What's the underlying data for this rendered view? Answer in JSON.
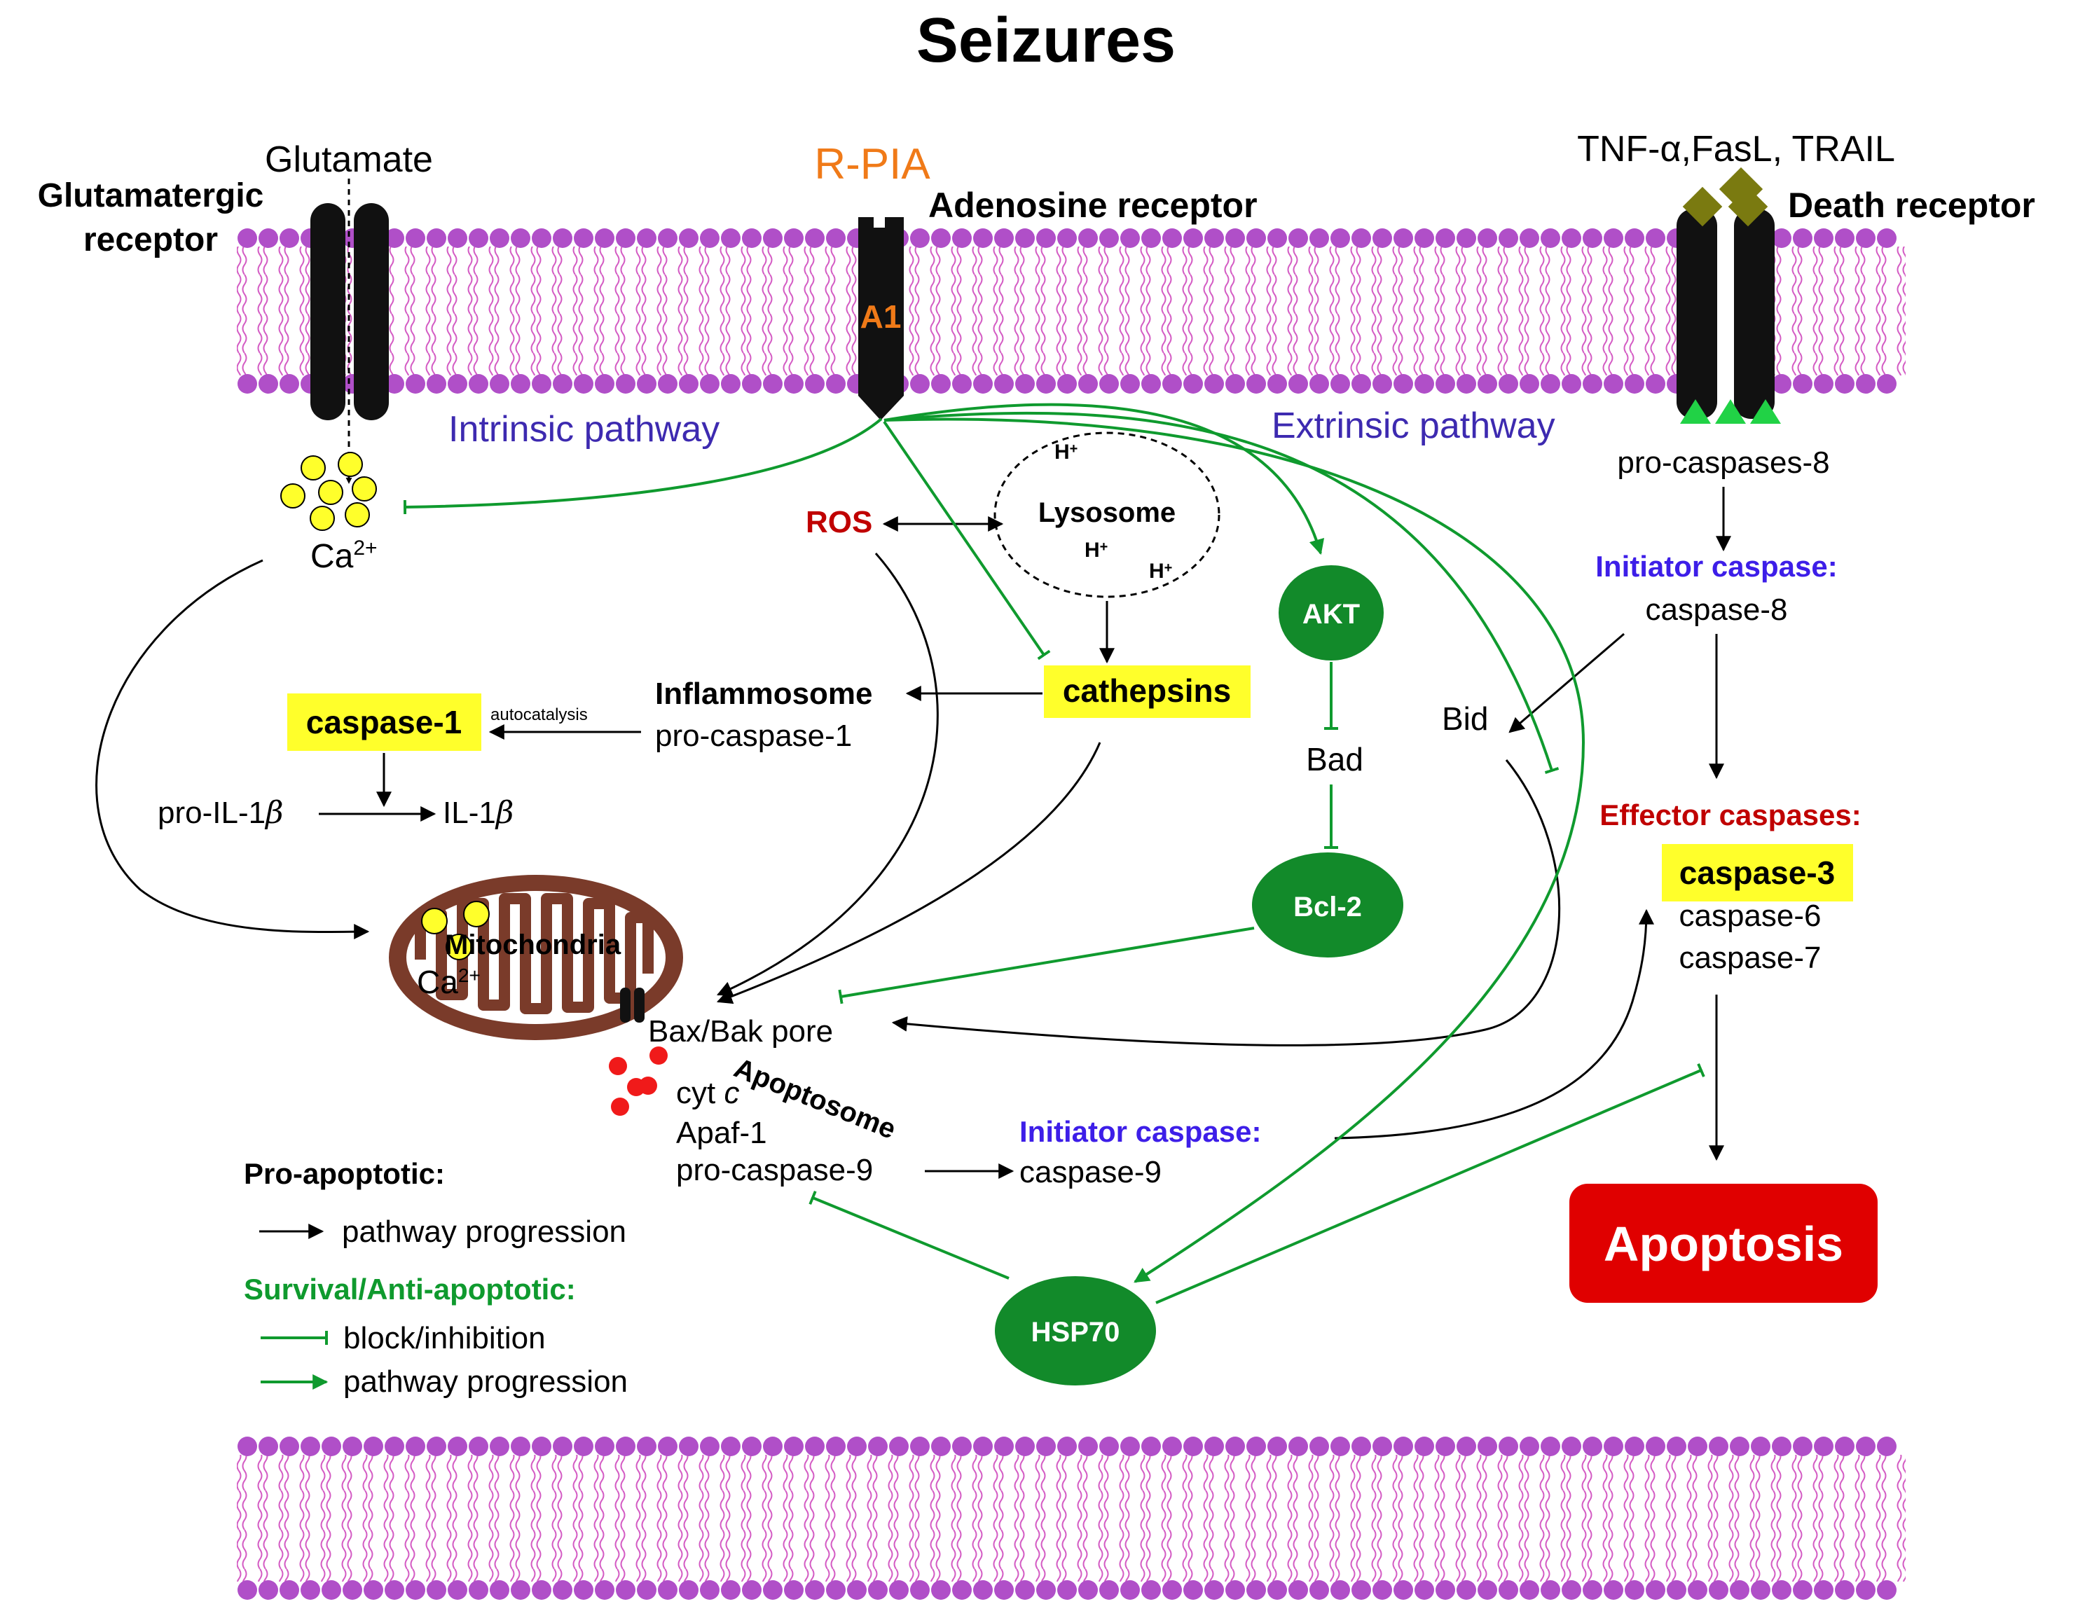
{
  "title": "Seizures",
  "receptors": {
    "glutamate": "Glutamate",
    "glutamatergic_l1": "Glutamatergic",
    "glutamatergic_l2": "receptor",
    "rpia": "R-PIA",
    "adenosine": "Adenosine receptor",
    "a1": "A1",
    "death_ligands": "TNF-α,FasL, TRAIL",
    "death": "Death receptor"
  },
  "pathways": {
    "intrinsic": "Intrinsic pathway",
    "extrinsic": "Extrinsic pathway"
  },
  "calcium": {
    "top": "Ca",
    "sup": "2+",
    "mito": "Ca",
    "mito_sup": "2+"
  },
  "lysosome": {
    "label": "Lysosome",
    "h": "H",
    "plus": "+"
  },
  "nodes": {
    "ros": "ROS",
    "cathepsins": "cathepsins",
    "inflammosome": "Inflammosome",
    "pro_caspase1": "pro-caspase-1",
    "autocatalysis": "autocatalysis",
    "caspase1": "caspase-1",
    "pro_il1b": "pro-IL-1",
    "il1b": "IL-1",
    "beta": "β",
    "akt": "AKT",
    "bad": "Bad",
    "bcl2": "Bcl-2",
    "bid": "Bid",
    "pro_caspases8": "pro-caspases-8",
    "initiator8_title": "Initiator caspase:",
    "caspase8": "caspase-8",
    "effector_title": "Effector caspases:",
    "caspase3": "caspase-3",
    "caspase6": "caspase-6",
    "caspase7": "caspase-7",
    "mitochondria": "Mitochondria",
    "baxbak": "Bax/Bak pore",
    "apoptosome": "Apoptosome",
    "cytc": "cyt",
    "cytc_c": "c",
    "apaf1": "Apaf-1",
    "pro_caspase9": "pro-caspase-9",
    "initiator9_title": "Initiator caspase:",
    "caspase9": "caspase-9",
    "hsp70": "HSP70",
    "apoptosis": "Apoptosis"
  },
  "legend": {
    "pro_title": "Pro-apoptotic:",
    "pro_item": "pathway progression",
    "anti_title": "Survival/Anti-apoptotic:",
    "block_item": "block/inhibition",
    "anti_item": "pathway progression"
  },
  "colors": {
    "green": "#0f9a2e",
    "dark_green": "#128a2a",
    "yellow": "#ffff2b",
    "red": "#e00000",
    "blue": "#3d1ee8",
    "orange": "#f07a18",
    "membrane_head": "#b04fc8",
    "membrane_tail": "#d45cc4",
    "mito_brown": "#7a3b2a"
  }
}
